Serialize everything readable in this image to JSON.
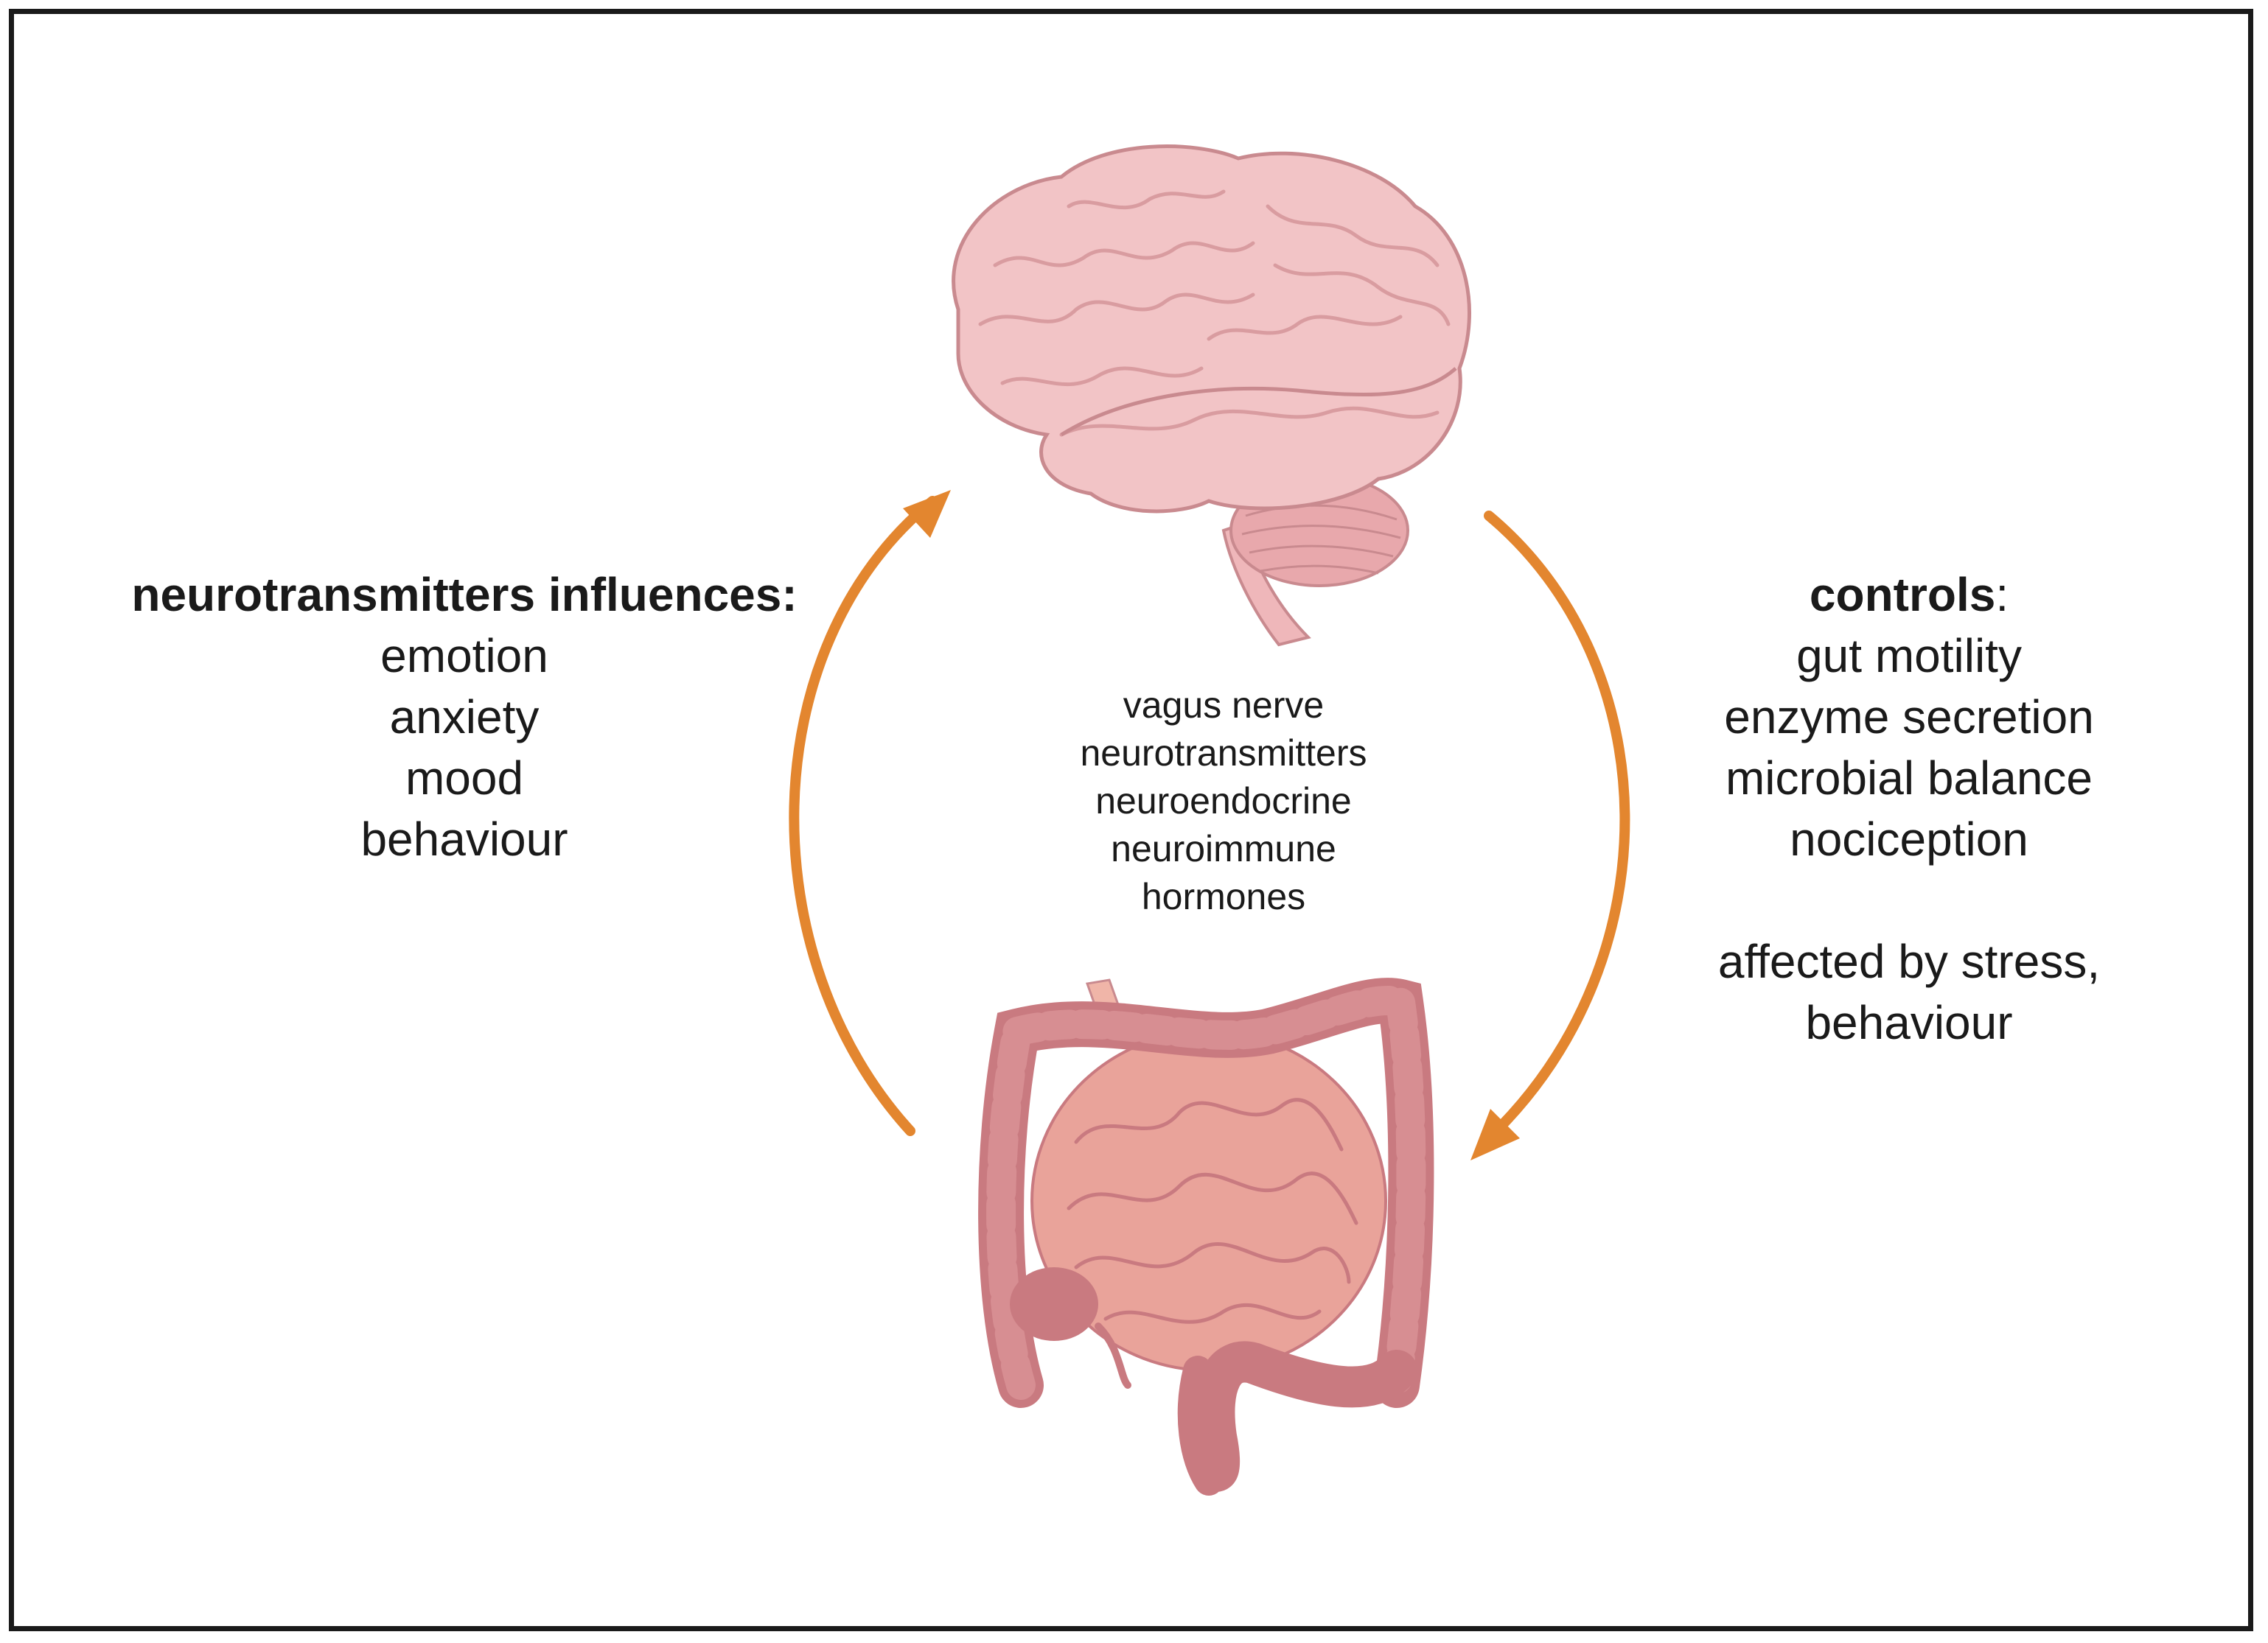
{
  "left_panel": {
    "heading": "neurotransmitters influences:",
    "items": [
      "emotion",
      "anxiety",
      "mood",
      "behaviour"
    ]
  },
  "center_panel": {
    "items": [
      "vagus nerve",
      "neurotransmitters",
      "neuroendocrine",
      "neuroimmune",
      "hormones"
    ]
  },
  "right_panel": {
    "heading": "controls",
    "heading_suffix": ":",
    "items": [
      "gut motility",
      "enzyme secretion",
      "microbial balance",
      "nociception"
    ],
    "note_lines": [
      "affected by stress,",
      "behaviour"
    ]
  },
  "colors": {
    "arrow": "#E3862F",
    "brain_fill": "#F2C4C6",
    "brain_stroke": "#C98A8F",
    "colon": "#C97A80",
    "small_intestine": "#E9A39A"
  },
  "icons": [
    "brain-icon",
    "intestine-icon",
    "up-arrow",
    "down-arrow"
  ]
}
